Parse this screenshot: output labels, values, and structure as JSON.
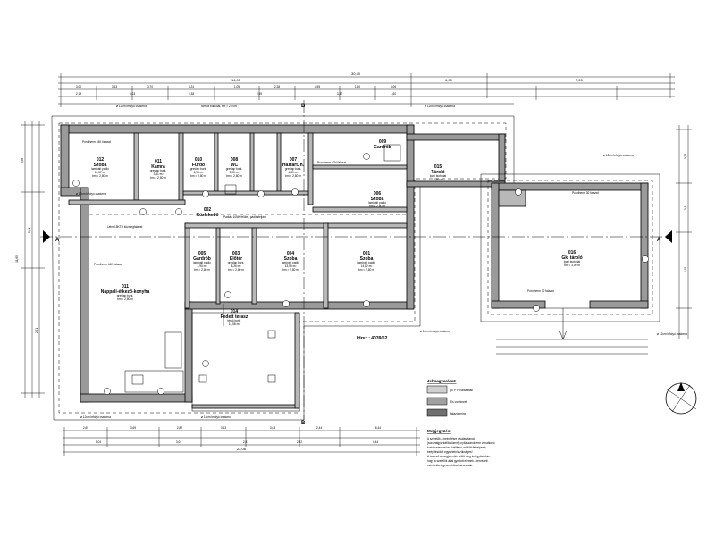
{
  "drawing": {
    "top_dims": [
      "30,40",
      "14,05",
      "6,90",
      "7,20"
    ],
    "top_dims_row2": [
      "3,00",
      "3,63",
      "3,70",
      "3,24",
      "1,05",
      "2,38",
      "4,55",
      "1,60",
      "3,06"
    ],
    "top_dims_row3": [
      "2,19",
      "3,03",
      "2,38",
      "2,59",
      "3,37",
      "1,60"
    ],
    "bottom_dims_row1": [
      "2,69",
      "3,69",
      "2,82",
      "3,13",
      "3,63",
      "2,44",
      "6,44"
    ],
    "bottom_dims_row2": [
      "5,04",
      "3,04",
      "2,81",
      "2,82",
      "4,44"
    ],
    "bottom_total": "22,08",
    "left_dims": [
      "3,56",
      "3,81",
      "2,21",
      "11,65"
    ],
    "right_dims": [
      "3,72",
      "3,14",
      "5,15"
    ],
    "hrsz": "Hrsz.: 4039/52",
    "section_mark": "A",
    "gutter_label": "ø 12cm lefolyó csatorna",
    "rampa_label": "rámpa burkolat, sm = 2,70m",
    "beam_label": "Lemezes ácsolat, mozgatható",
    "rooms": [
      {
        "num": "012",
        "name": "Szoba",
        "floor": "laminált padló",
        "area": "12,57 m²",
        "height": "bm = 2,80 m"
      },
      {
        "num": "011",
        "name": "Kamra",
        "floor": "greslap burk.",
        "area": "3,41 m²",
        "height": "bm = 2,80 m"
      },
      {
        "num": "010",
        "name": "Fürdő",
        "floor": "greslap burk.",
        "area": "6,95 m²",
        "height": "bm = 2,80 m"
      },
      {
        "num": "008",
        "name": "WC",
        "floor": "greslap burk.",
        "area": "2,06 m²",
        "height": "bm = 2,80 m"
      },
      {
        "num": "007",
        "name": "Háztart. h.",
        "floor": "greslap burk.",
        "area": "4,60 m²",
        "height": "bm = 2,80 m"
      },
      {
        "num": "009",
        "name": "Gardrób",
        "floor": "",
        "area": "",
        "height": ""
      },
      {
        "num": "015",
        "name": "Tároló",
        "floor": "ipari burkolat",
        "area": "11,80 m²",
        "height": ""
      },
      {
        "num": "006",
        "name": "Szoba",
        "floor": "laminált padló",
        "area": "",
        "height": "bm = 2,80 m"
      },
      {
        "num": "002",
        "name": "Közlekedő",
        "floor": "",
        "area": "",
        "height": ""
      },
      {
        "num": "005",
        "name": "Gardrób",
        "floor": "laminált padló",
        "area": "4,90 m²",
        "height": "bm = 2,80 m"
      },
      {
        "num": "003",
        "name": "Előtér",
        "floor": "greslap burk.",
        "area": "8,26 m²",
        "height": "bm = 2,80 m"
      },
      {
        "num": "004",
        "name": "Szoba",
        "floor": "laminált padló",
        "area": "13,95 m²",
        "height": "bm = 2,80 m"
      },
      {
        "num": "001",
        "name": "Szoba",
        "floor": "laminált padló",
        "area": "14,82 m²",
        "height": "bm = 2,80 m"
      },
      {
        "num": "011",
        "name": "Nappali-étkező-konyha",
        "floor": "greslap burk.",
        "area": "",
        "height": "bm = 2,80 m"
      },
      {
        "num": "014",
        "name": "Fedett terasz",
        "floor": "térkő burk.",
        "area": "14,58 m²",
        "height": ""
      },
      {
        "num": "016",
        "name": "Gk. tároló",
        "floor": "ipari burkolat",
        "area": "",
        "height": "bm = 3,00 m"
      }
    ],
    "wall_notes": [
      "Porotherm 44K falazat",
      "Porotherm 10N falazat",
      "Leier 15KTH közmegfalazat",
      "Porotherm 30 falazat",
      "Padlás 10NK felület, padlásfeljáró"
    ],
    "legend": {
      "title": "Jelmagyarázat:",
      "items": [
        "pl. PTH falazatlan",
        "Es cserkezet",
        "falazógerinc"
      ]
    },
    "notes": {
      "title": "Megjegyzés:",
      "lines": [
        "A szerelők a beépítésre kiválasztandó",
        "(sorozatgyártott/kisüzemi) nyílászárók erre vonatkozó",
        "korlátozásokat kell kiállítani, mielőtt felhelyezik,",
        "beépítésüket egyeztetni szükséges!",
        "A tervező a megjelenítés előtt meg kell győződnie,",
        "hogy a szerelők által gyártott elemek a tervezett",
        "méretekkel, geometriával azonosak."
      ]
    }
  }
}
